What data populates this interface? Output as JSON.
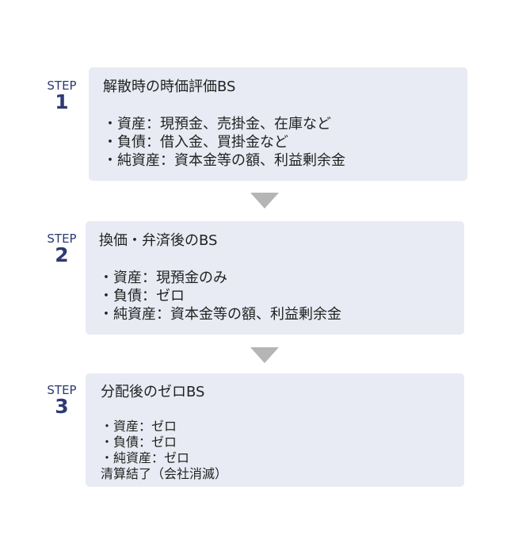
{
  "steps": [
    {
      "step_word": "STEP",
      "number": "1",
      "title": "解散時の時価評価BS",
      "lines": [
        "・資産：現預金、売掛金、在庫など",
        "・負債：借入金、買掛金など",
        "・純資産：資本金等の額、利益剰余金"
      ]
    },
    {
      "step_word": "STEP",
      "number": "2",
      "title": "換価・弁済後のBS",
      "lines": [
        "・資産：現預金のみ",
        "・負債：ゼロ",
        "・純資産：資本金等の額、利益剰余金"
      ]
    },
    {
      "step_word": "STEP",
      "number": "3",
      "title": "分配後のゼロBS",
      "lines": [
        "・資産：ゼロ",
        "・負債：ゼロ",
        "・純資産：ゼロ",
        "清算結了（会社消滅）"
      ]
    }
  ],
  "colors": {
    "step_accent": "#2d3a72",
    "box_background": "#e8ebf3",
    "arrow": "#b5b5b5"
  }
}
